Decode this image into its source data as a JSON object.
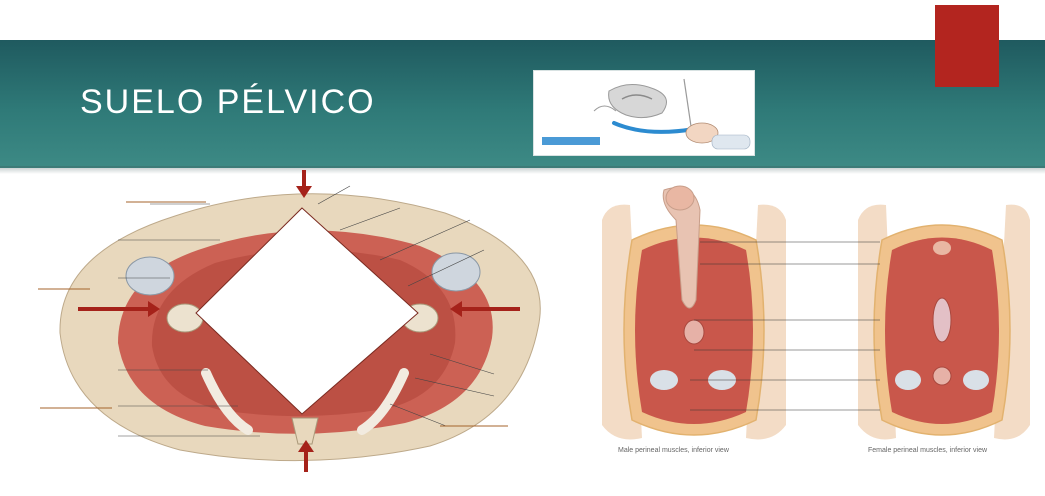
{
  "slide": {
    "title": "SUELO PÉLVICO"
  },
  "right_illustration": {
    "caption_male": "Male perineal muscles, inferior view",
    "caption_female": "Female perineal muscles, inferior view"
  },
  "colors": {
    "banner": "#2f7a78",
    "accent_red": "#b3251f",
    "muscle": "#c9574b",
    "bone": "#e8d8bd"
  }
}
